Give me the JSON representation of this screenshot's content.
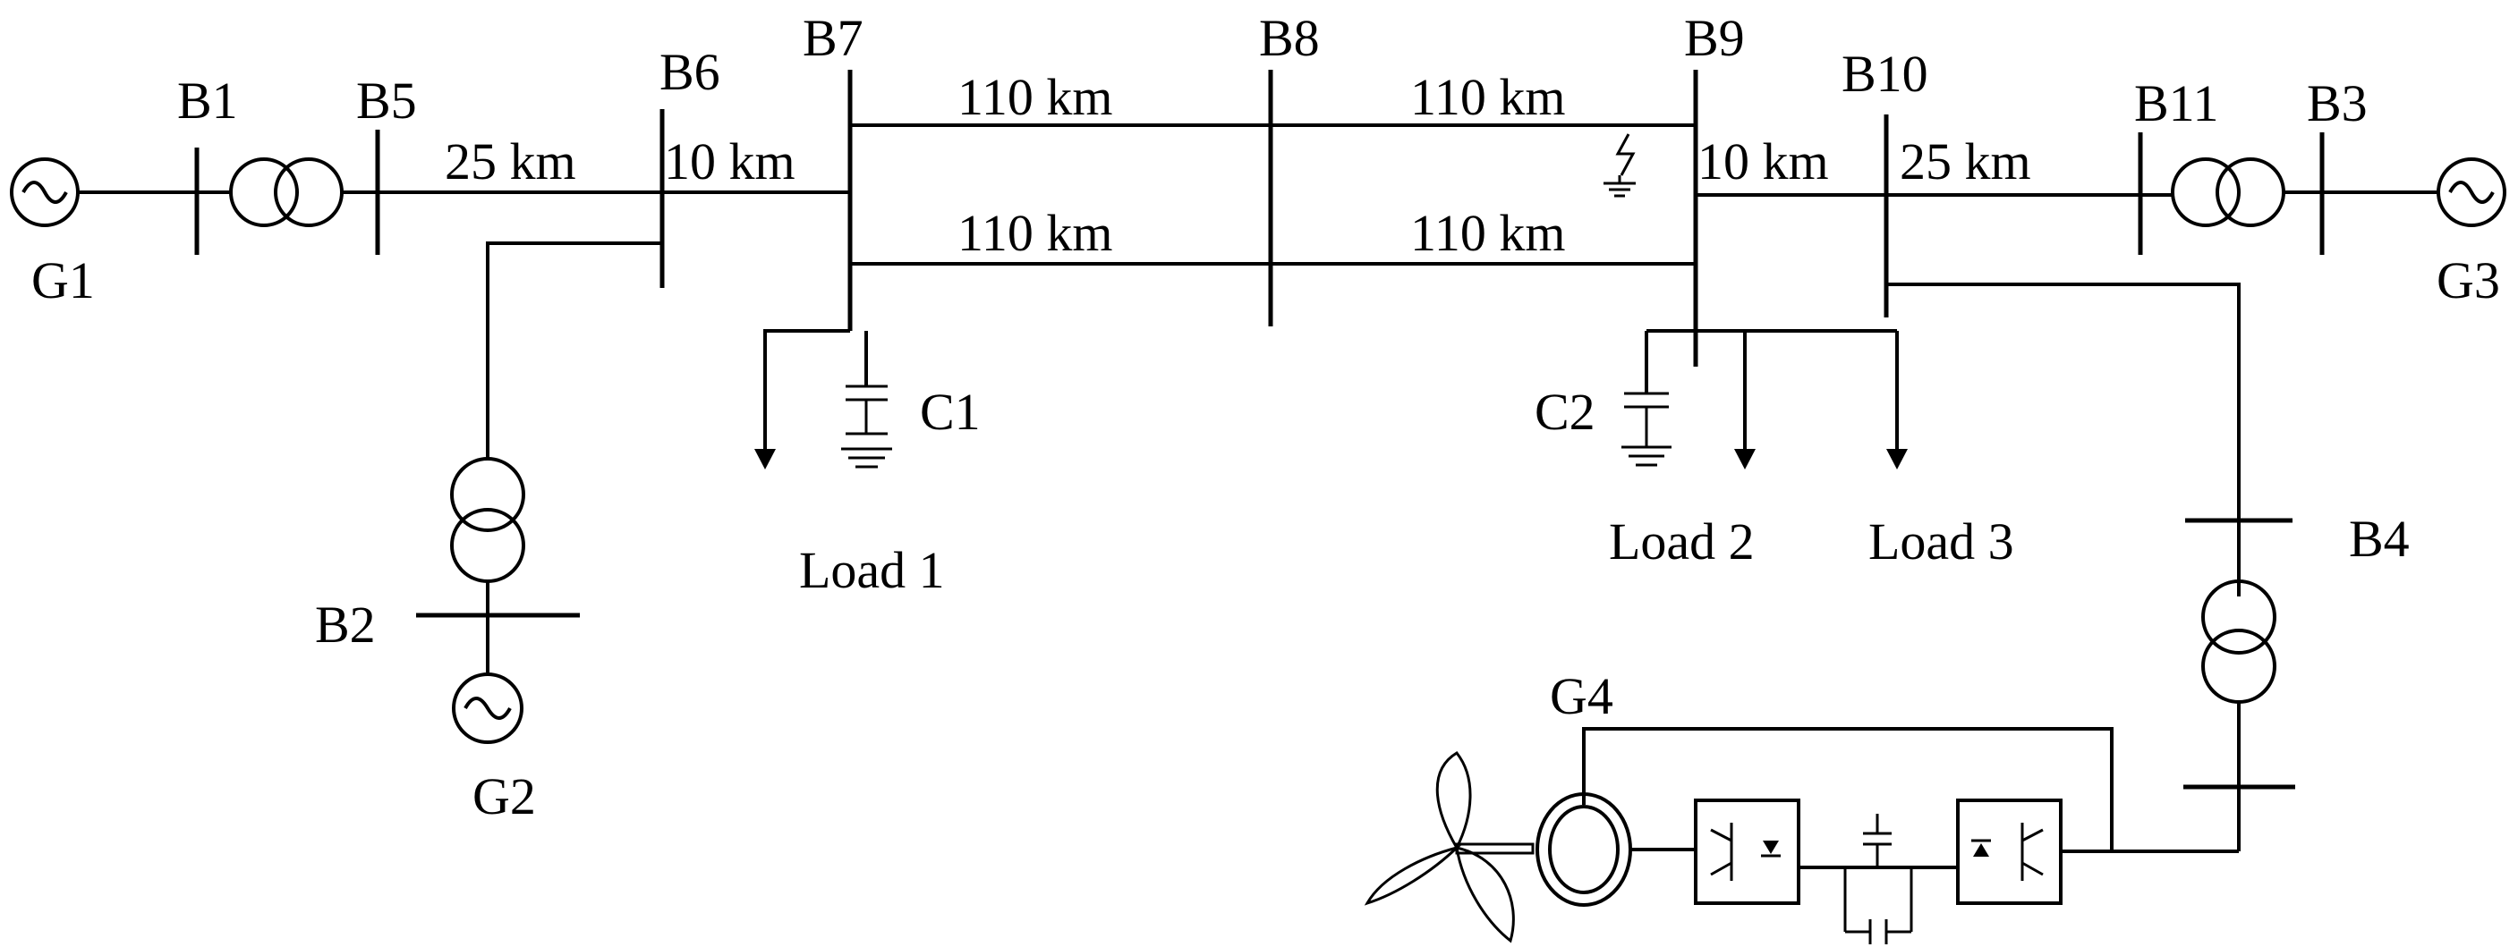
{
  "buses": {
    "b1": "B1",
    "b2": "B2",
    "b3": "B3",
    "b4": "B4",
    "b5": "B5",
    "b6": "B6",
    "b7": "B7",
    "b8": "B8",
    "b9": "B9",
    "b10": "B10",
    "b11": "B11"
  },
  "generators": {
    "g1": "G1",
    "g2": "G2",
    "g3": "G3",
    "g4": "G4"
  },
  "capacitors": {
    "c1": "C1",
    "c2": "C2"
  },
  "loads": {
    "load1": "Load 1",
    "load2": "Load 2",
    "load3": "Load 3"
  },
  "lines": {
    "b5_b6": "25 km",
    "b6_b7": "10 km",
    "b7_b8_upper": "110 km",
    "b7_b8_lower": "110 km",
    "b8_b9_upper": "110 km",
    "b8_b9_lower": "110 km",
    "b9_b10": "10 km",
    "b10_b11": "25 km"
  },
  "icons": {
    "generator": "ac-generator-icon",
    "transformer": "two-winding-transformer-icon",
    "capacitor": "shunt-capacitor-icon",
    "load": "load-arrow-icon",
    "fault": "ground-fault-icon",
    "wind_turbine": "wind-turbine-icon",
    "converter": "power-converter-icon"
  }
}
